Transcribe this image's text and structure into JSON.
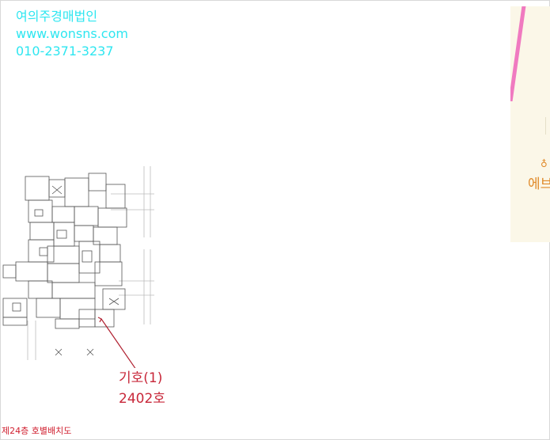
{
  "header": {
    "company": "여의주경매법인",
    "website": "www.wonsns.com",
    "phone": "010-2371-3237"
  },
  "callout": {
    "line1": "기호(1)",
    "line2": "2402호"
  },
  "footer": {
    "caption": "제24층 호별배치도"
  },
  "map_strip": {
    "label": "에브"
  },
  "colors": {
    "header_text": "#2ee6f0",
    "callout_text": "#c8283a",
    "map_label": "#e08a2a",
    "road": "#f07ac0"
  }
}
